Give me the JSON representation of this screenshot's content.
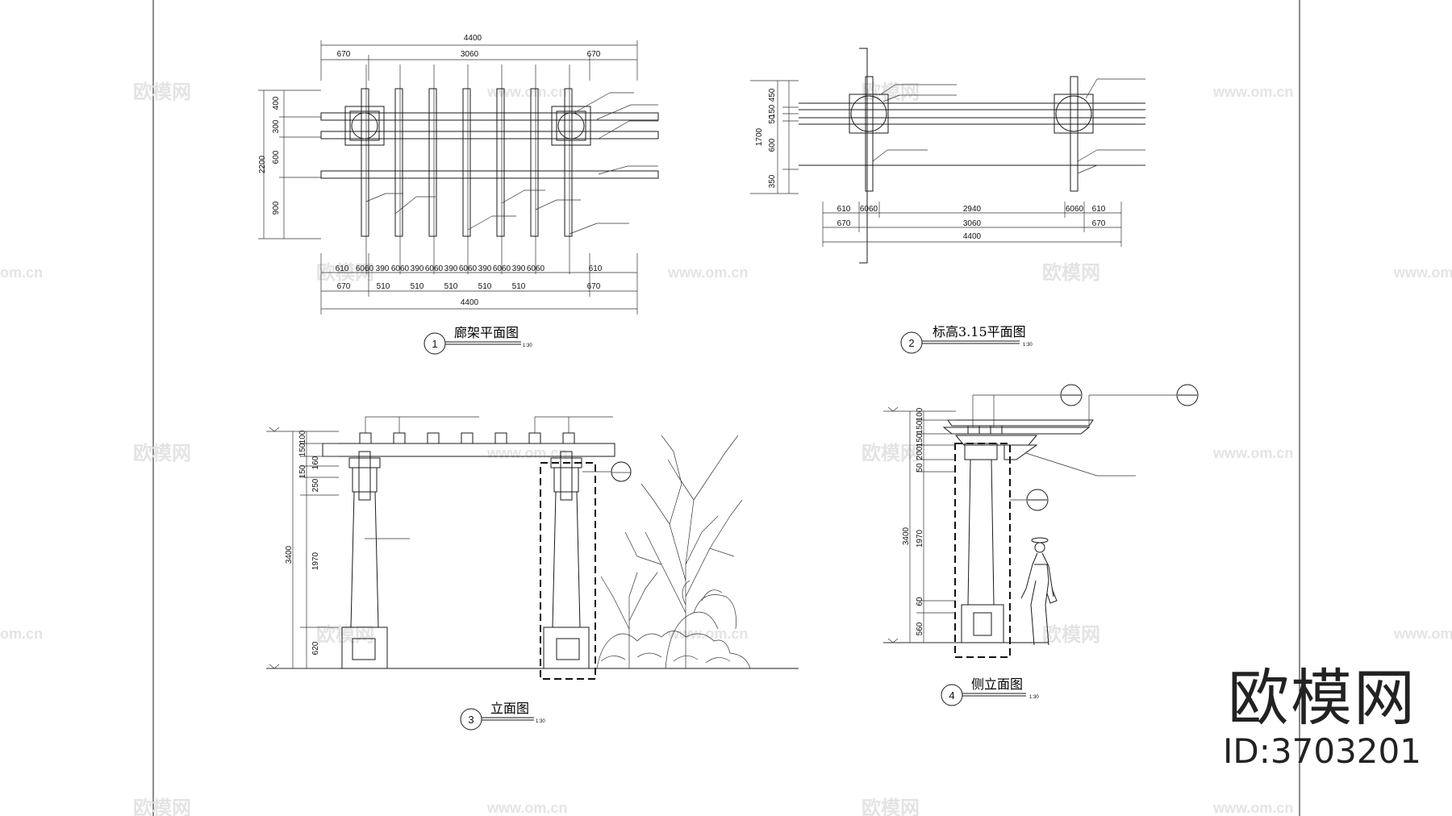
{
  "drawings": {
    "d1": {
      "number": "1",
      "title": "廊架平面图",
      "scale": "1:30",
      "dims_top_total": "4400",
      "dims_top_row": [
        "670",
        "3060",
        "670"
      ],
      "dims_left": [
        "400",
        "300",
        "600",
        "900"
      ],
      "dims_left_total": "2200",
      "dims_bottom_row1": [
        "610",
        "6060",
        "390",
        "6060",
        "390",
        "6060",
        "390",
        "6060",
        "390",
        "6060",
        "390",
        "6060",
        "610"
      ],
      "dims_bottom_row2": [
        "670",
        "510",
        "510",
        "510",
        "510",
        "510",
        "670"
      ],
      "dims_bottom_total": "4400"
    },
    "d2": {
      "number": "2",
      "title": "标高3.15平面图",
      "scale": "1:30",
      "dims_left": [
        "450",
        "150",
        "50",
        "600",
        "350"
      ],
      "dims_left_total": "1700",
      "dims_bottom_row1": [
        "610",
        "6060",
        "2940",
        "6060",
        "610"
      ],
      "dims_bottom_row2": [
        "670",
        "3060",
        "670"
      ],
      "dims_bottom_total": "4400"
    },
    "d3": {
      "number": "3",
      "title": "立面图",
      "scale": "1:30",
      "dims_left": [
        "100",
        "150",
        "150",
        "160",
        "250",
        "1970",
        "620"
      ],
      "dims_left_total": "3400"
    },
    "d4": {
      "number": "4",
      "title": "侧立面图",
      "scale": "1:30",
      "dims_left": [
        "100",
        "150",
        "150",
        "200",
        "50",
        "1970",
        "60",
        "560"
      ],
      "dims_left_total": "3400"
    }
  },
  "watermark": {
    "cn": "欧模网",
    "url": "www.om.cn",
    "url_cut": "om.cn"
  },
  "brand": {
    "name": "欧模网",
    "id": "ID:3703201"
  }
}
